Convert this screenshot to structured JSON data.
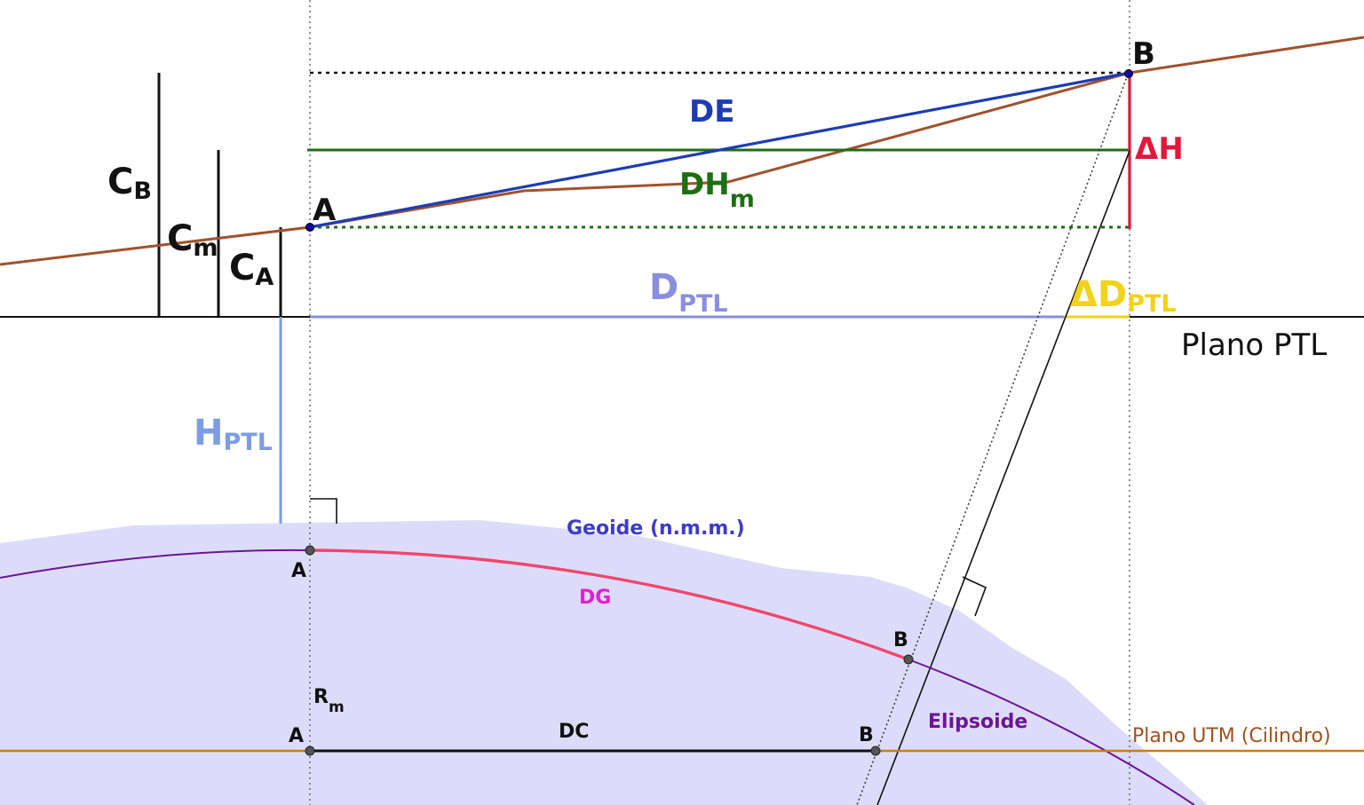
{
  "colors": {
    "terrain": "#a0522d",
    "de": "#1d3cb4",
    "dh": "#1e6e14",
    "delta_h": "#e0183c",
    "dptl": "#8a8ee0",
    "hptl": "#7d9ce6",
    "delta_dptl": "#f2d21a",
    "geoid_fill": "#dcdcfa",
    "geoid_label": "#3c3cc8",
    "dg": "#f0466e",
    "dg_label": "#e61ed2",
    "ellipsoid": "#6e1496",
    "utm": "#d2781e",
    "utm_label": "#a0501e"
  },
  "labels": {
    "point_a": "A",
    "point_b": "B",
    "de": "DE",
    "dh_main": "DH",
    "dh_sub": "m",
    "delta_h": "ΔH",
    "c_b_main": "C",
    "c_b_sub": "B",
    "c_m_main": "C",
    "c_m_sub": "m",
    "c_a_main": "C",
    "c_a_sub": "A",
    "dptl_main": "D",
    "dptl_sub": "PTL",
    "delta_dptl_main": "ΔD",
    "delta_dptl_sub": "PTL",
    "plano_ptl": "Plano PTL",
    "hptl_main": "H",
    "hptl_sub": "PTL",
    "geoide": "Geoide (n.m.m.)",
    "dg": "DG",
    "rm_main": "R",
    "rm_sub": "m",
    "dc": "DC",
    "elipsoide": "Elipsoide",
    "plano_utm": "Plano UTM (Cilindro)",
    "a_geoid": "A",
    "b_geoid": "B",
    "a_utm": "A",
    "b_utm": "B"
  }
}
